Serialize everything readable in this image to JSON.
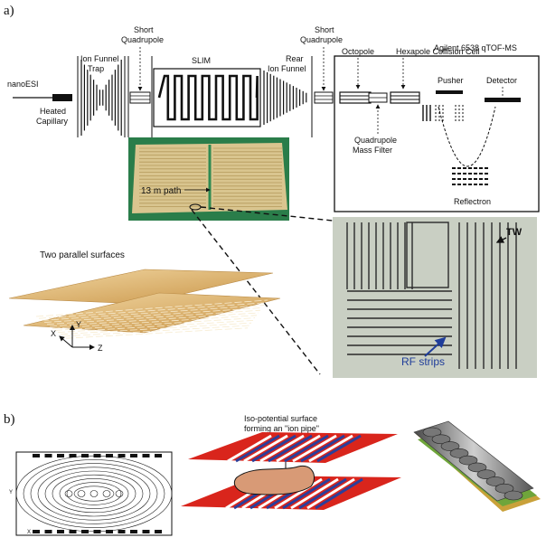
{
  "panel_a": {
    "panel_label": "a)",
    "instrument_title": "Agilent 6538 qTOF-MS",
    "labels": {
      "nanoesi": "nanoESI",
      "heated_capillary_1": "Heated",
      "heated_capillary_2": "Capillary",
      "ion_funnel_trap_1": "Ion Funnel",
      "ion_funnel_trap_2": "Trap",
      "short_quad_left_1": "Short",
      "short_quad_left_2": "Quadrupole",
      "slim": "SLIM",
      "rear_funnel_1": "Rear",
      "rear_funnel_2": "Ion Funnel",
      "short_quad_right_1": "Short",
      "short_quad_right_2": "Quadrupole",
      "octopole": "Octopole",
      "hexapole": "Hexapole Collision Cell",
      "pusher": "Pusher",
      "detector": "Detector",
      "quad_mass_filter_1": "Quadrupole",
      "quad_mass_filter_2": "Mass Filter",
      "reflectron": "Reflectron",
      "path_13m": "13 m path",
      "two_surfaces": "Two parallel surfaces",
      "tw": "TW",
      "rf_strips": "RF strips",
      "axis_x": "X",
      "axis_y": "Y",
      "axis_z": "Z"
    }
  },
  "panel_b": {
    "panel_label": "b)",
    "iso_label_1": "Iso-potential surface",
    "iso_label_2": "forming an \"ion pipe\"",
    "axis_y": "Y",
    "axis_x": "X"
  },
  "colors": {
    "board_green": "#2f8a52",
    "board_tan": "#d9c58f",
    "surface_tan": "#d8a85a",
    "surface_red": "#d9251c",
    "strip_blue": "#2b3f9a",
    "photo_bg": "#c9cfc3",
    "gray_bar": "#9a9a9a"
  }
}
